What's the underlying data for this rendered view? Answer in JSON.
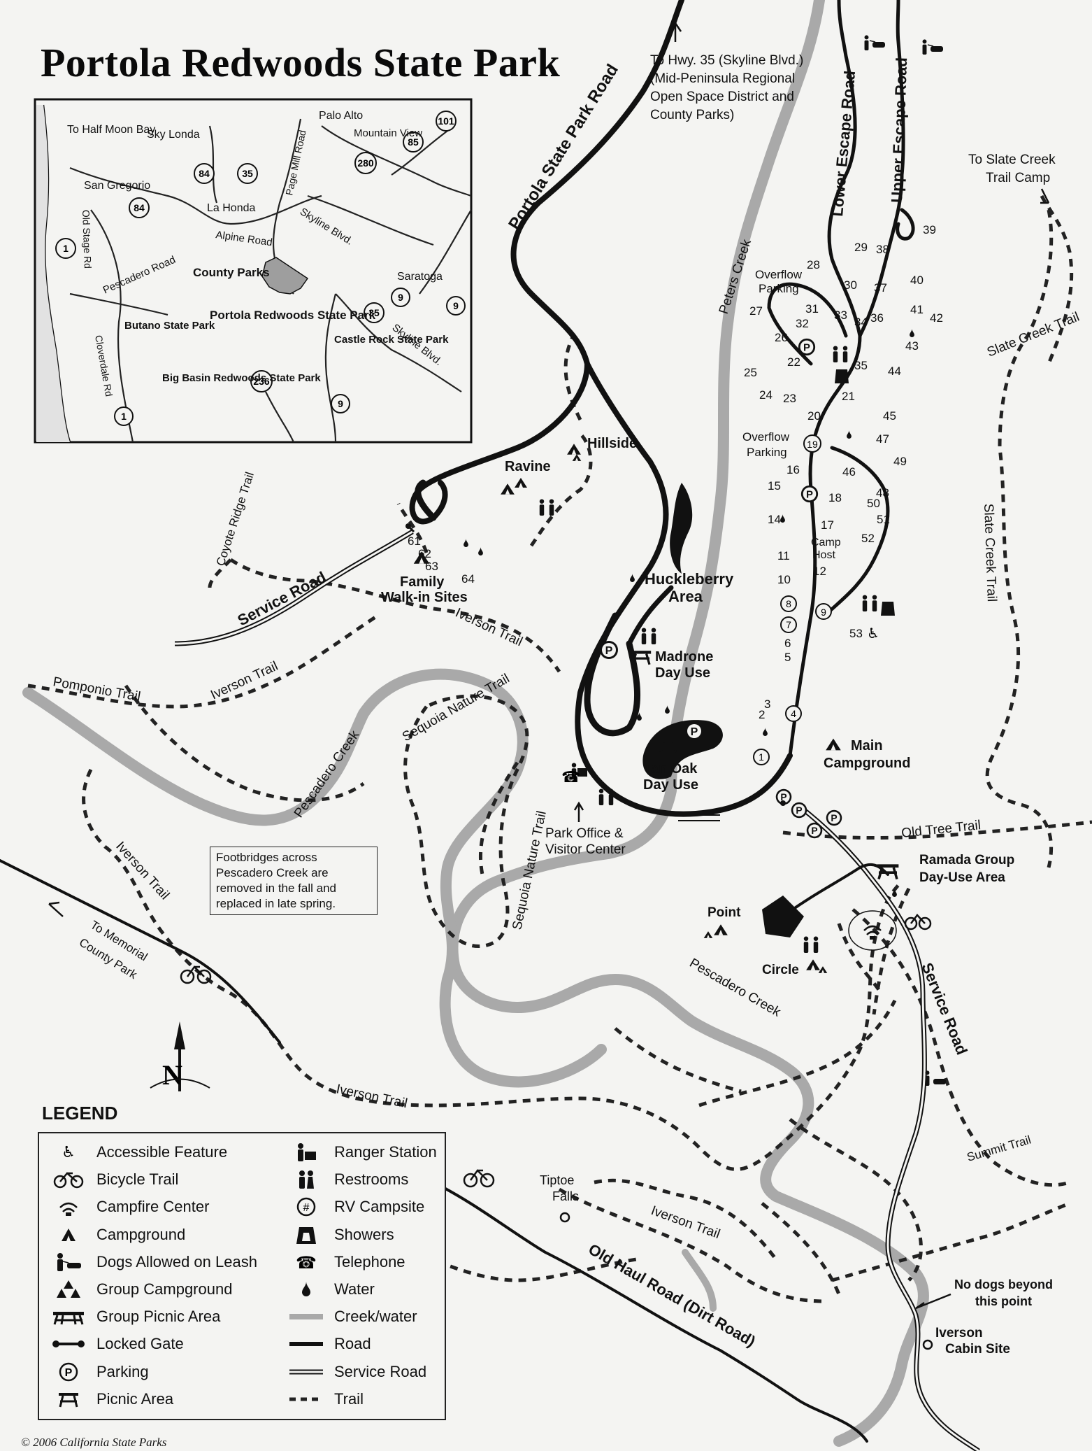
{
  "title": "Portola Redwoods State Park",
  "inset": {
    "labels": {
      "half_moon_bay": "To Half Moon Bay",
      "sky_londa": "Sky Londa",
      "palo_alto": "Palo Alto",
      "mountain_view": "Mountain View",
      "san_gregorio": "San Gregorio",
      "la_honda": "La Honda",
      "page_mill_road": "Page Mill Road",
      "alpine_road": "Alpine Road",
      "skyline_blvd": "Skyline Blvd.",
      "old_stage_rd": "Old Stage Rd",
      "pescadero_road": "Pescadero Road",
      "county_parks": "County Parks",
      "saratoga": "Saratoga",
      "butano": "Butano State Park",
      "portola": "Portola Redwoods State Park",
      "castle_rock": "Castle Rock State Park",
      "cloverdale_rd": "Cloverdale Rd",
      "big_basin": "Big Basin Redwoods State Park",
      "skyline_blvd_2": "Skyline Blvd."
    },
    "shields": [
      "1",
      "84",
      "35",
      "280",
      "85",
      "101",
      "84",
      "9",
      "9",
      "35",
      "236",
      "9",
      "1"
    ]
  },
  "labels": {
    "to_hwy35": [
      "To Hwy. 35 (Skyline Blvd.)",
      "(Mid-Peninsula Regional",
      "Open Space District and",
      "County Parks)"
    ],
    "portola_state_park_road": "Portola State Park Road",
    "lower_escape_road": "Lower Escape Road",
    "upper_escape_road": "Upper Escape Road",
    "to_slate_creek": [
      "To Slate Creek",
      "Trail Camp"
    ],
    "peters_creek": "Peters Creek",
    "slate_creek_trail_a": "Slate Creek Trail",
    "slate_creek_trail_b": "Slate Creek Trail",
    "overflow_parking_1": [
      "Overflow",
      "Parking"
    ],
    "overflow_parking_2": [
      "Overflow",
      "Parking"
    ],
    "hillside": "Hillside",
    "ravine": "Ravine",
    "coyote_ridge_trail": "Coyote Ridge Trail",
    "service_road": "Service Road",
    "family_walk_in": [
      "Family",
      "Walk-in Sites"
    ],
    "huckleberry": [
      "Huckleberry",
      "Area"
    ],
    "iverson_trail_1": "Iverson Trail",
    "iverson_trail_2": "Iverson Trail",
    "madrone": [
      "Madrone",
      "Day Use"
    ],
    "camp_host": [
      "Camp",
      "Host"
    ],
    "pomponio_trail": "Pomponio Trail",
    "pescadero_creek_1": "Pescadero Creek",
    "sequoia_nature_trail_1": "Sequoia Nature Trail",
    "tan_oak": [
      "Tan Oak",
      "Day Use"
    ],
    "main_campground": [
      "Main",
      "Campground"
    ],
    "park_office": [
      "Park Office &",
      "Visitor Center"
    ],
    "sequoia_nature_trail_2": "Sequoia Nature Trail",
    "old_tree_trail": "Old Tree Trail",
    "ramada": [
      "Ramada Group",
      "Day-Use Area"
    ],
    "iverson_trail_3": "Iverson Trail",
    "to_memorial": [
      "To Memorial",
      "County Park"
    ],
    "point": "Point",
    "circle": "Circle",
    "pescadero_creek_2": "Pescadero Creek",
    "service_road_2": "Service Road",
    "iverson_trail_4": "Iverson Trail",
    "summit_trail": "Summit Trail",
    "tiptoe_falls": [
      "Tiptoe",
      "Falls"
    ],
    "iverson_trail_5": "Iverson Trail",
    "old_haul_road": "Old Haul Road (Dirt Road)",
    "no_dogs": [
      "No dogs beyond",
      "this point"
    ],
    "iverson_cabin": [
      "Iverson",
      "Cabin Site"
    ]
  },
  "footbridge_note": "Footbridges across Pescadero Creek are removed in the fall and replaced in late spring.",
  "site_numbers": [
    "1",
    "2",
    "3",
    "4",
    "5",
    "6",
    "7",
    "8",
    "9",
    "10",
    "11",
    "12",
    "14",
    "15",
    "16",
    "17",
    "18",
    "19",
    "20",
    "21",
    "22",
    "23",
    "24",
    "25",
    "26",
    "27",
    "28",
    "29",
    "30",
    "31",
    "32",
    "33",
    "34",
    "35",
    "36",
    "37",
    "38",
    "39",
    "40",
    "41",
    "42",
    "43",
    "44",
    "45",
    "46",
    "47",
    "48",
    "49",
    "50",
    "51",
    "52",
    "53",
    "61",
    "62",
    "63",
    "64"
  ],
  "legend": {
    "title": "LEGEND",
    "items": [
      {
        "icon": "accessible-icon",
        "label": "Accessible Feature"
      },
      {
        "icon": "bicycle-icon",
        "label": "Bicycle Trail"
      },
      {
        "icon": "campfire-icon",
        "label": "Campfire Center"
      },
      {
        "icon": "campground-icon",
        "label": "Campground"
      },
      {
        "icon": "dog-leash-icon",
        "label": "Dogs Allowed on Leash"
      },
      {
        "icon": "group-campground-icon",
        "label": "Group Campground"
      },
      {
        "icon": "group-picnic-icon",
        "label": "Group Picnic Area"
      },
      {
        "icon": "locked-gate-icon",
        "label": "Locked Gate"
      },
      {
        "icon": "parking-icon",
        "label": "Parking"
      },
      {
        "icon": "picnic-icon",
        "label": "Picnic Area"
      },
      {
        "icon": "ranger-icon",
        "label": "Ranger Station"
      },
      {
        "icon": "restroom-icon",
        "label": "Restrooms"
      },
      {
        "icon": "rv-icon",
        "label": "RV Campsite"
      },
      {
        "icon": "shower-icon",
        "label": "Showers"
      },
      {
        "icon": "telephone-icon",
        "label": "Telephone"
      },
      {
        "icon": "water-icon",
        "label": "Water"
      },
      {
        "icon": "creek-icon",
        "label": "Creek/water"
      },
      {
        "icon": "road-icon",
        "label": "Road"
      },
      {
        "icon": "service-road-icon",
        "label": "Service Road"
      },
      {
        "icon": "trail-icon",
        "label": "Trail"
      }
    ]
  },
  "copyright": "© 2006 California State Parks"
}
